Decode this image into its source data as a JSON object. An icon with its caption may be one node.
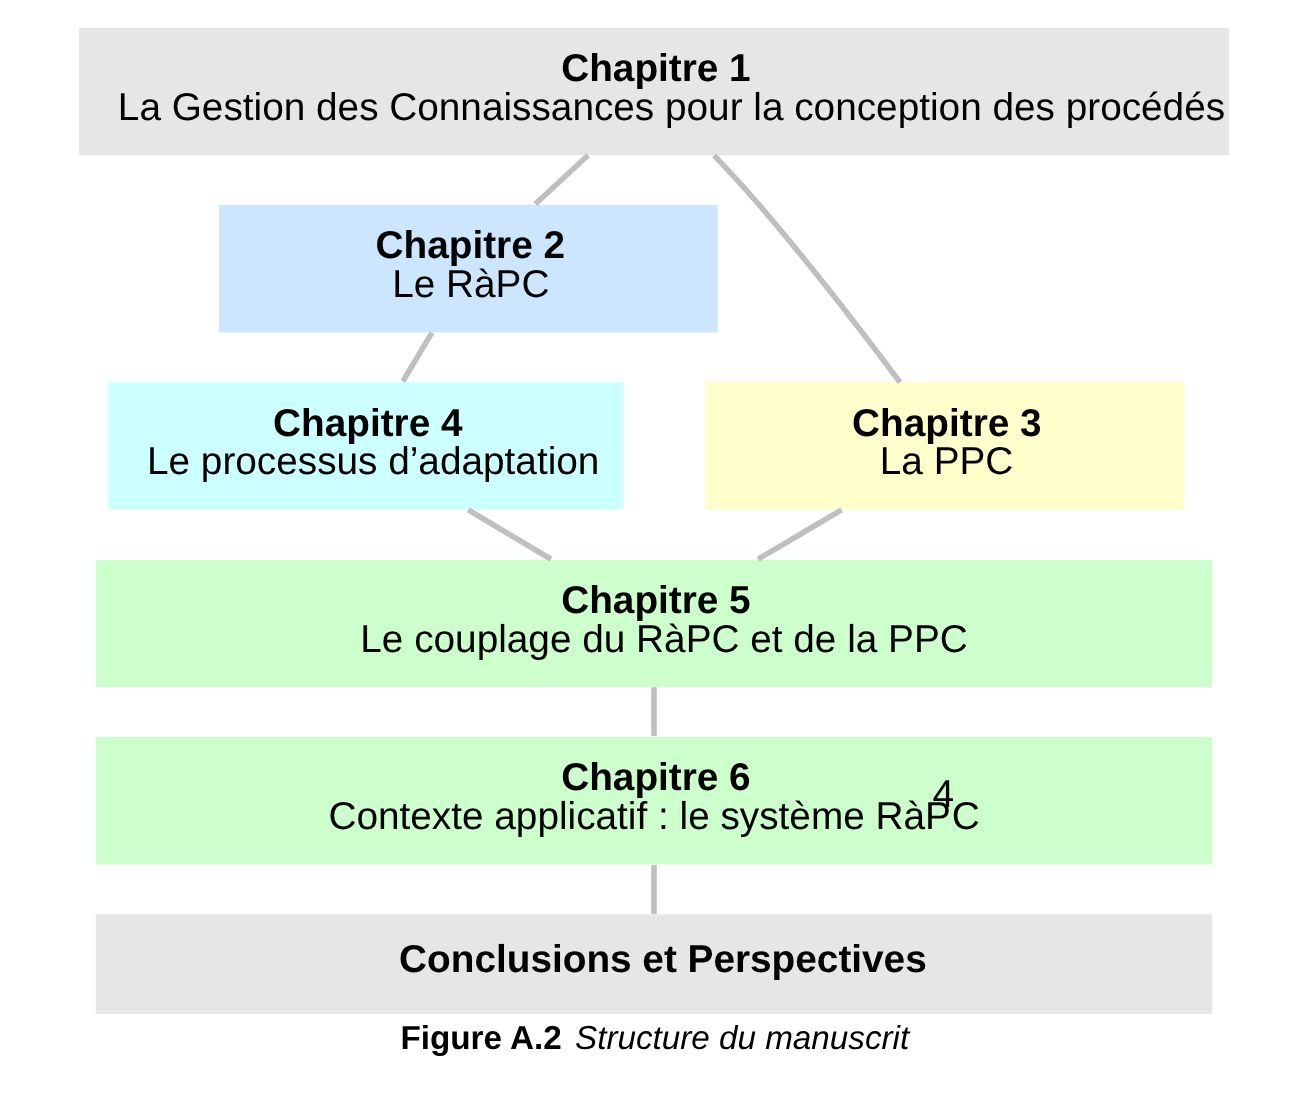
{
  "diagram": {
    "caption": "**Figure A.2** *Structure du manuscrit*",
    "nodes": [
      {
        "text": [
          "Chapitre 1",
          "La Gestion des Connaissances pour la conception des procédés"
        ]
      },
      {
        "text": [
          "Chapitre 2",
          "Le RàPC"
        ]
      },
      {
        "text": [
          "Chapitre 3",
          "La PPC"
        ]
      },
      {
        "text": [
          "Chapitre 4",
          "Le processus d’adaptation"
        ]
      },
      {
        "text": [
          "Chapitre 5",
          "Le couplage du RàPC et de la PPC"
        ]
      },
      {
        "text": [
          "Chapitre 6",
          "Contexte applicatif : le système RàP$^{4}$C"
        ]
      },
      {
        "text": [
          "Conclusions et Perspectives"
        ]
      }
    ],
    "edges": [
      {
        "from": 0,
        "to": 1,
        "arrow": "none"
      },
      {
        "from": 0,
        "to": 2,
        "arrow": "none"
      },
      {
        "from": 1,
        "to": 3,
        "arrow": "none"
      },
      {
        "from": 3,
        "to": 4,
        "arrow": "none"
      },
      {
        "from": 2,
        "to": 4,
        "arrow": "none"
      },
      {
        "from": 4,
        "to": 5,
        "arrow": "none"
      },
      {
        "from": 5,
        "to": 6,
        "arrow": "none"
      }
    ]
  }
}
